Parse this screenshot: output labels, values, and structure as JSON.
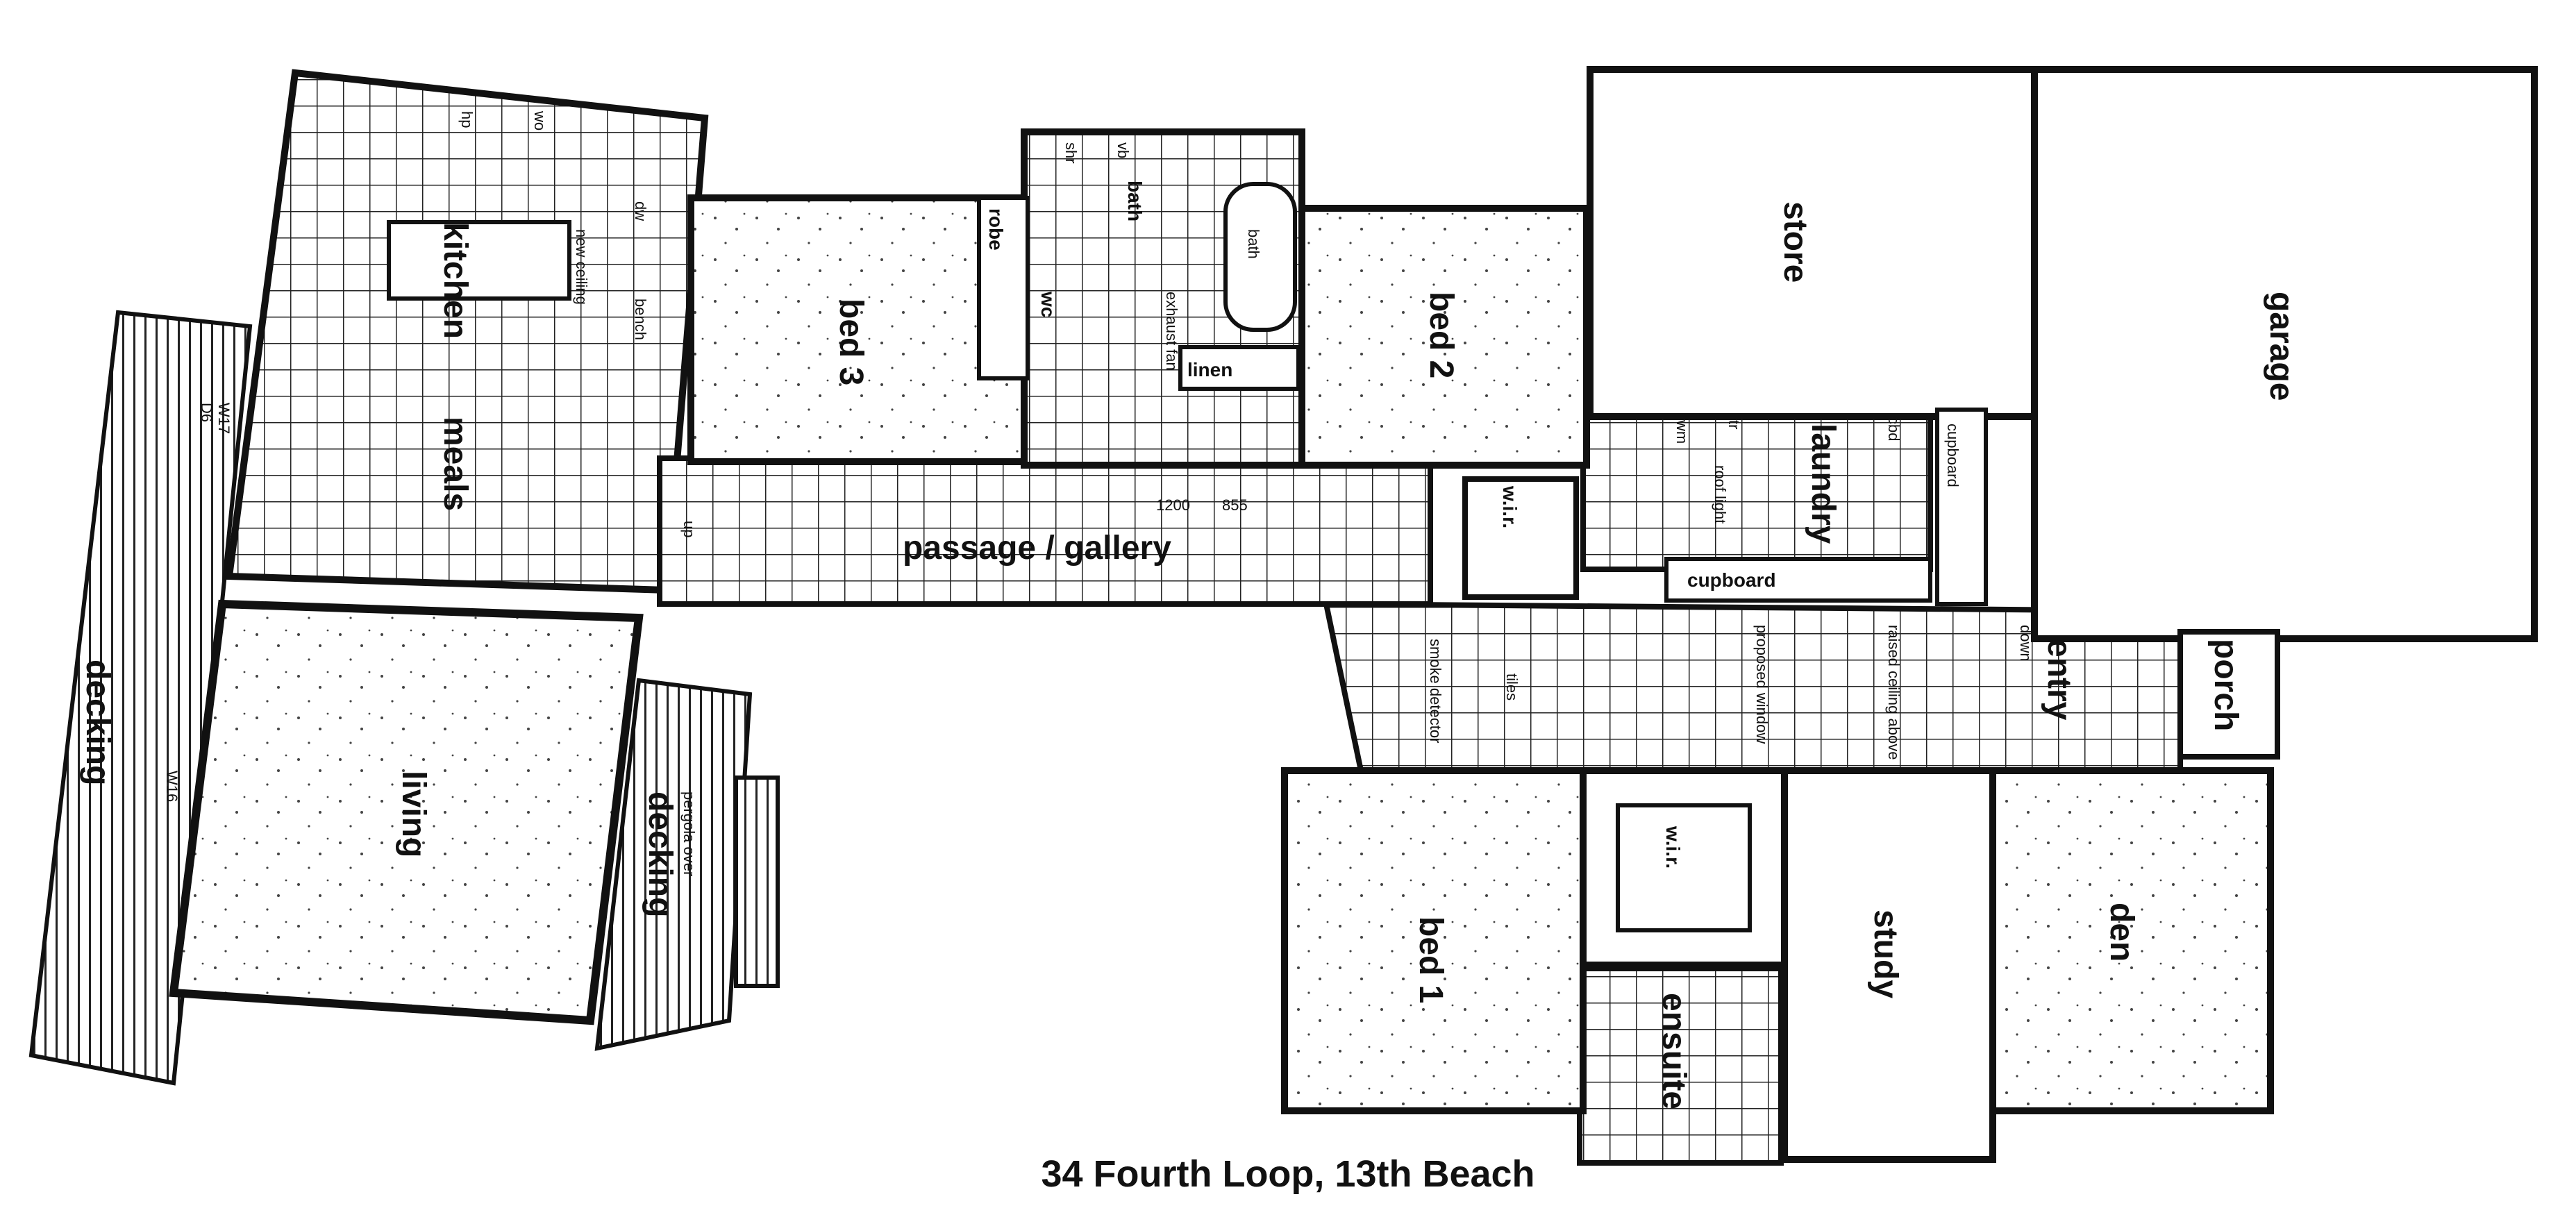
{
  "caption": "34 Fourth Loop, 13th Beach",
  "rooms": {
    "kitchen": "kitchen",
    "meals": "meals",
    "living": "living",
    "deck_west": "decking",
    "deck_south": "decking",
    "bed3": "bed 3",
    "bath": "bath",
    "bath_fixture": "bath",
    "wc": "wc",
    "bed2": "bed 2",
    "store": "store",
    "garage": "garage",
    "laundry": "laundry",
    "passage": "passage / gallery",
    "wir_bed2": "w.i.r.",
    "entry": "entry",
    "porch": "porch",
    "bed1": "bed 1",
    "wir_bed1": "w.i.r.",
    "ensuite": "ensuite",
    "study": "study",
    "den": "den"
  },
  "notes": {
    "robe": "robe",
    "linen": "linen",
    "cupboard_laundry": "cupboard",
    "cupboard_side": "cupboard",
    "cbd": "cbd",
    "tiles": "tiles",
    "smoke_detector": "smoke detector",
    "raised_ceiling": "raised ceiling above",
    "proposed_window": "proposed window",
    "pergola": "pergola over",
    "dim_1200": "1200",
    "dim_855": "855",
    "down": "down",
    "up": "up",
    "vb": "vb",
    "shr": "shr",
    "wo": "wo",
    "hp": "hp",
    "dw": "dw",
    "tr": "tr",
    "wm": "wm",
    "bench": "bench",
    "roof_light": "roof light",
    "new_ceiling": "new ceiling",
    "exhaust_fan": "exhaust fan",
    "d6": "D6",
    "w17": "W17",
    "w16": "W16"
  }
}
